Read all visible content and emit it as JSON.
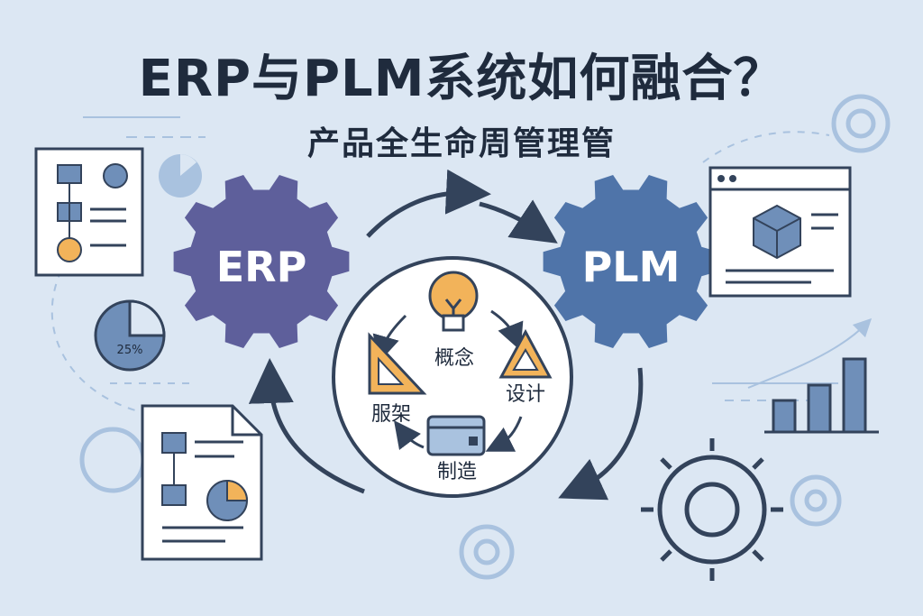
{
  "header": {
    "title": "ERP与PLM系统如何融合？",
    "subtitle": "产品全生命周管理管"
  },
  "gears": {
    "left": {
      "label": "ERP",
      "color": "#5e5f9b"
    },
    "right": {
      "label": "PLM",
      "color": "#4f74a9"
    }
  },
  "lifecycle": {
    "concept": "概念",
    "design": "设计",
    "manufacture": "制造",
    "service": "服架"
  },
  "decor": {
    "pie_percent": "25%"
  },
  "colors": {
    "background": "#dce7f3",
    "ink": "#1f2b3d",
    "accent_orange": "#f2b35a",
    "light_blue": "#a9c2df",
    "mid_blue": "#6f8fb9"
  },
  "icons": [
    "document-icon",
    "pie-chart-icon",
    "bar-chart-icon",
    "cube-window-icon",
    "lightbulb-icon",
    "triangle-ruler-icon",
    "card-icon",
    "gear-icon"
  ]
}
